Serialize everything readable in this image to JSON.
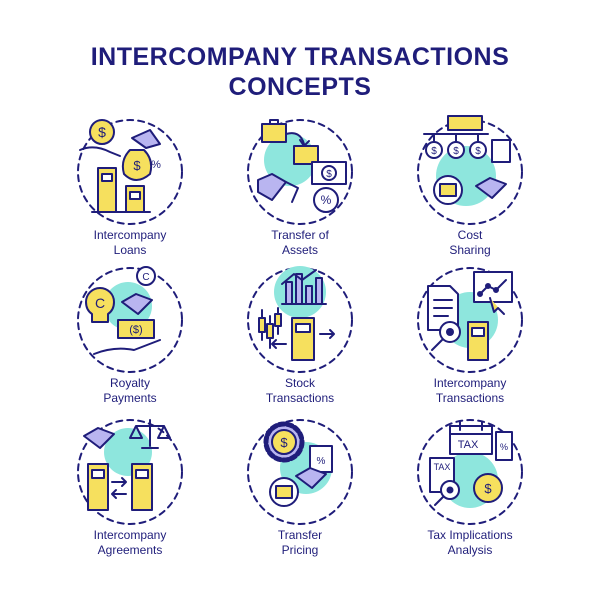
{
  "title": {
    "line1": "INTERCOMPANY TRANSACTIONS",
    "line2": "CONCEPTS"
  },
  "colors": {
    "outline": "#1f1d7a",
    "accent_yellow": "#f6e05e",
    "accent_teal": "#8ee6dd",
    "accent_lavender": "#b9b5f0",
    "background": "#ffffff"
  },
  "icons": [
    {
      "id": "intercompany-loans",
      "icon": "loan-handshake-icon",
      "label_lines": [
        "Intercompany",
        "Loans"
      ]
    },
    {
      "id": "transfer-of-assets",
      "icon": "transfer-assets-icon",
      "label_lines": [
        "Transfer of",
        "Assets"
      ]
    },
    {
      "id": "cost-sharing",
      "icon": "cost-sharing-icon",
      "label_lines": [
        "Cost",
        "Sharing"
      ]
    },
    {
      "id": "royalty-payments",
      "icon": "royalty-payments-icon",
      "label_lines": [
        "Royalty",
        "Payments"
      ]
    },
    {
      "id": "stock-transactions",
      "icon": "stock-chart-icon",
      "label_lines": [
        "Stock",
        "Transactions"
      ]
    },
    {
      "id": "intercompany-transactions",
      "icon": "document-analysis-icon",
      "label_lines": [
        "Intercompany",
        "Transactions"
      ]
    },
    {
      "id": "intercompany-agreements",
      "icon": "agreement-scales-icon",
      "label_lines": [
        "Intercompany",
        "Agreements"
      ]
    },
    {
      "id": "transfer-pricing",
      "icon": "pricing-gear-icon",
      "label_lines": [
        "Transfer",
        "Pricing"
      ]
    },
    {
      "id": "tax-implications-analysis",
      "icon": "tax-analysis-icon",
      "label_lines": [
        "Tax Implications",
        "Analysis"
      ]
    }
  ]
}
